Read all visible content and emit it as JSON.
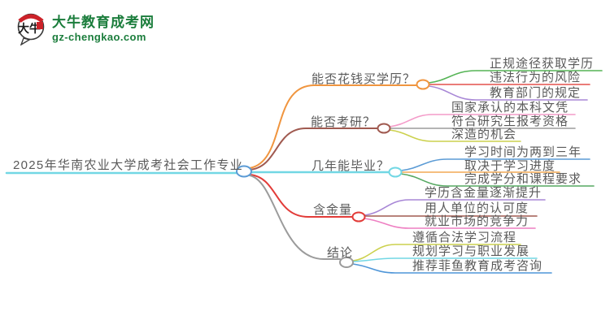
{
  "logo": {
    "icon_text": "大牛",
    "title": "大牛教育成考网",
    "domain": "gz-chengkao.com",
    "brand_color": "#1b7d3c",
    "seal_color": "#cc2229"
  },
  "mindmap": {
    "root": {
      "label": "2025年华南农业大学成考社会工作专业",
      "line_color": "#72d7e4",
      "node_color": "#5b9bd5"
    },
    "branches": [
      {
        "label": "能否花钱买学历？",
        "color": "#f0953f",
        "children": [
          {
            "label": "正规途径获取学历",
            "color": "#55b455"
          },
          {
            "label": "违法行为的风险",
            "color": "#e4504b"
          },
          {
            "label": "教育部门的规定",
            "color": "#a887d6"
          }
        ]
      },
      {
        "label": "能否考研？",
        "color": "#a05a50",
        "children": [
          {
            "label": "国家承认的本科文凭",
            "color": "#f49bc9"
          },
          {
            "label": "符合研究生报考资格",
            "color": "#9b9b9b"
          },
          {
            "label": "深造的机会",
            "color": "#ccd14e"
          }
        ]
      },
      {
        "label": "几年能毕业？",
        "color": "#72d7e4",
        "children": [
          {
            "label": "学习时间为两到三年",
            "color": "#5b9bd5"
          },
          {
            "label": "取决于学习进度",
            "color": "#f2a954"
          },
          {
            "label": "完成学分和课程要求",
            "color": "#55a861"
          }
        ]
      },
      {
        "label": "含金量",
        "color": "#e23c39",
        "children": [
          {
            "label": "学历含金量逐渐提升",
            "color": "#a887d6"
          },
          {
            "label": "用人单位的认可度",
            "color": "#a05a50"
          },
          {
            "label": "就业市场的竞争力",
            "color": "#ee7fc2"
          }
        ]
      },
      {
        "label": "结论",
        "color": "#9b9b9b",
        "children": [
          {
            "label": "遵循合法学习流程",
            "color": "#ccd14e"
          },
          {
            "label": "规划学习与职业发展",
            "color": "#72d7e4"
          },
          {
            "label": "推荐菲鱼教育成考咨询",
            "color": "#4f96d8"
          }
        ]
      }
    ]
  }
}
